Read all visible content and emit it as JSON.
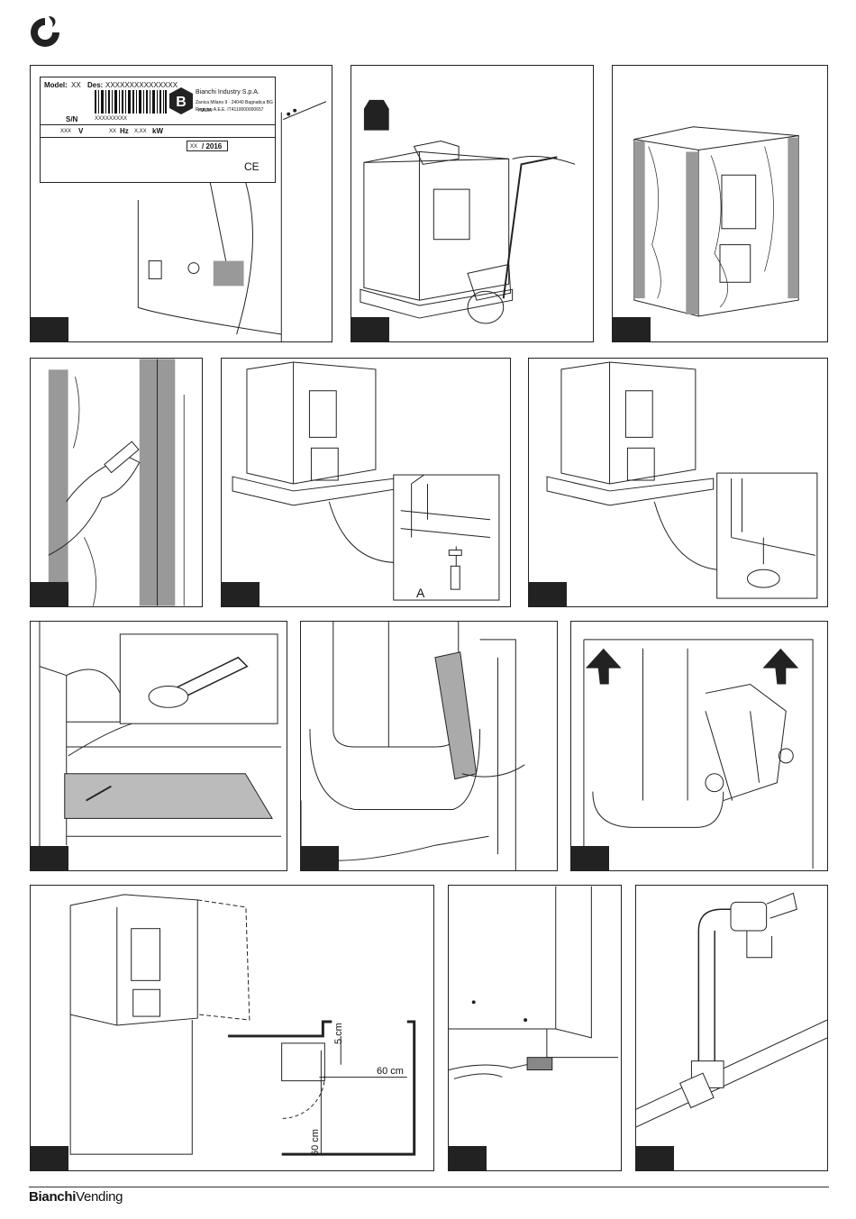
{
  "brand": {
    "name_bold": "Bianchi",
    "name_light": "Vending"
  },
  "label_plate": {
    "model_label": "Model:",
    "model_value": "XX",
    "des_label": "Des:",
    "des_value": "XXXXXXXXXXXXXXX",
    "sn_label": "S/N",
    "sn_value": "XXXXXXXXX",
    "voltage_value": "XXX",
    "voltage_unit": "V",
    "hz_value": "XX",
    "hz_unit": "Hz",
    "kw_value": "X,XX",
    "kw_unit": "kW",
    "company": "Bianchi Industry S.p.A.",
    "address_line1": "Zanica Milano 9 · 24040 Bagnatica BG · ITALIA",
    "address_line2": "Registro A.E.E. IT4110000000657",
    "year_prefix": "XX",
    "year_value": "/ 2016",
    "ce_mark": "CE"
  },
  "panel_bolt": {
    "label": "A"
  },
  "clearances": {
    "top_gap": "5 cm",
    "side_gap": "60 cm",
    "front_gap": "60 cm"
  }
}
